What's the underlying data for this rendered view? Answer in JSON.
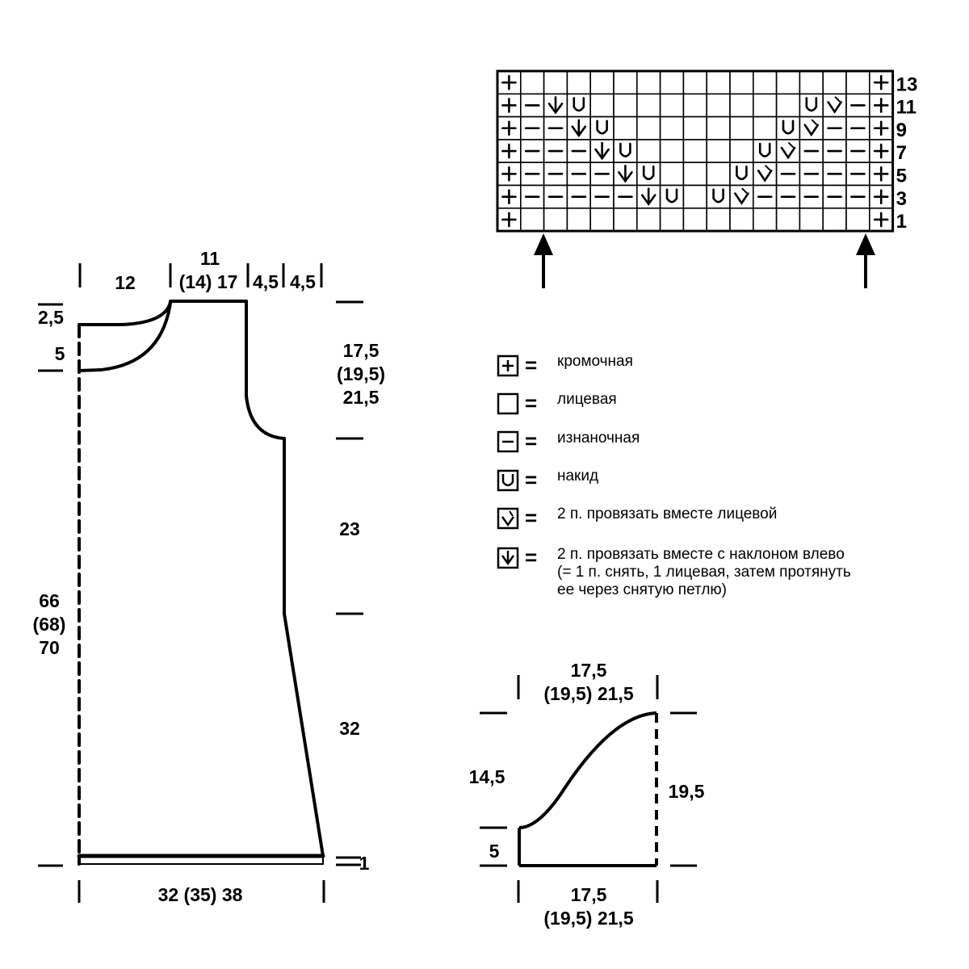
{
  "chart_grid": {
    "rows": 7,
    "cols": 17,
    "row_labels": [
      "13",
      "11",
      "9",
      "7",
      "5",
      "3",
      "1"
    ],
    "cells": [
      "+...............+",
      "+-\\U.........UV-+",
      "+--\\U.......UV--+",
      "+---\\U.....UV---+",
      "+----\\U...UV----+",
      "+-----\\U.UV-----+",
      "+...............+"
    ]
  },
  "legend": [
    {
      "symbol": "edge",
      "eq": "=",
      "text": "кромочная"
    },
    {
      "symbol": "knit",
      "eq": "=",
      "text": "лицевая"
    },
    {
      "symbol": "purl",
      "eq": "=",
      "text": "изнаночная"
    },
    {
      "symbol": "yarnover",
      "eq": "=",
      "text": "накид"
    },
    {
      "symbol": "k2tog",
      "eq": "=",
      "text": "2 п. провязать вместе лицевой"
    },
    {
      "symbol": "ssk",
      "eq": "=",
      "text": "2 п. провязать вместе с наклоном влево",
      "text2": "(= 1 п. снять, 1 лицевая, затем протянуть",
      "text3": "ее через снятую петлю)"
    }
  ],
  "body_pattern": {
    "top_12": "12",
    "top_11": "11",
    "top_14_17": "(14) 17",
    "top_45a": "4,5",
    "top_45b": "4,5",
    "left_25": "2,5",
    "left_5": "5",
    "left_66": "66",
    "left_68": "(68)",
    "left_70": "70",
    "right_175": "17,5",
    "right_195": "(19,5)",
    "right_215": "21,5",
    "right_23": "23",
    "right_32": "32",
    "right_1": "1",
    "bottom": "32 (35) 38"
  },
  "sleeve_pattern": {
    "top_175": "17,5",
    "top_195_215": "(19,5) 21,5",
    "left_145": "14,5",
    "left_5": "5",
    "right_195": "19,5",
    "bottom_175": "17,5",
    "bottom_195_215": "(19,5) 21,5"
  }
}
